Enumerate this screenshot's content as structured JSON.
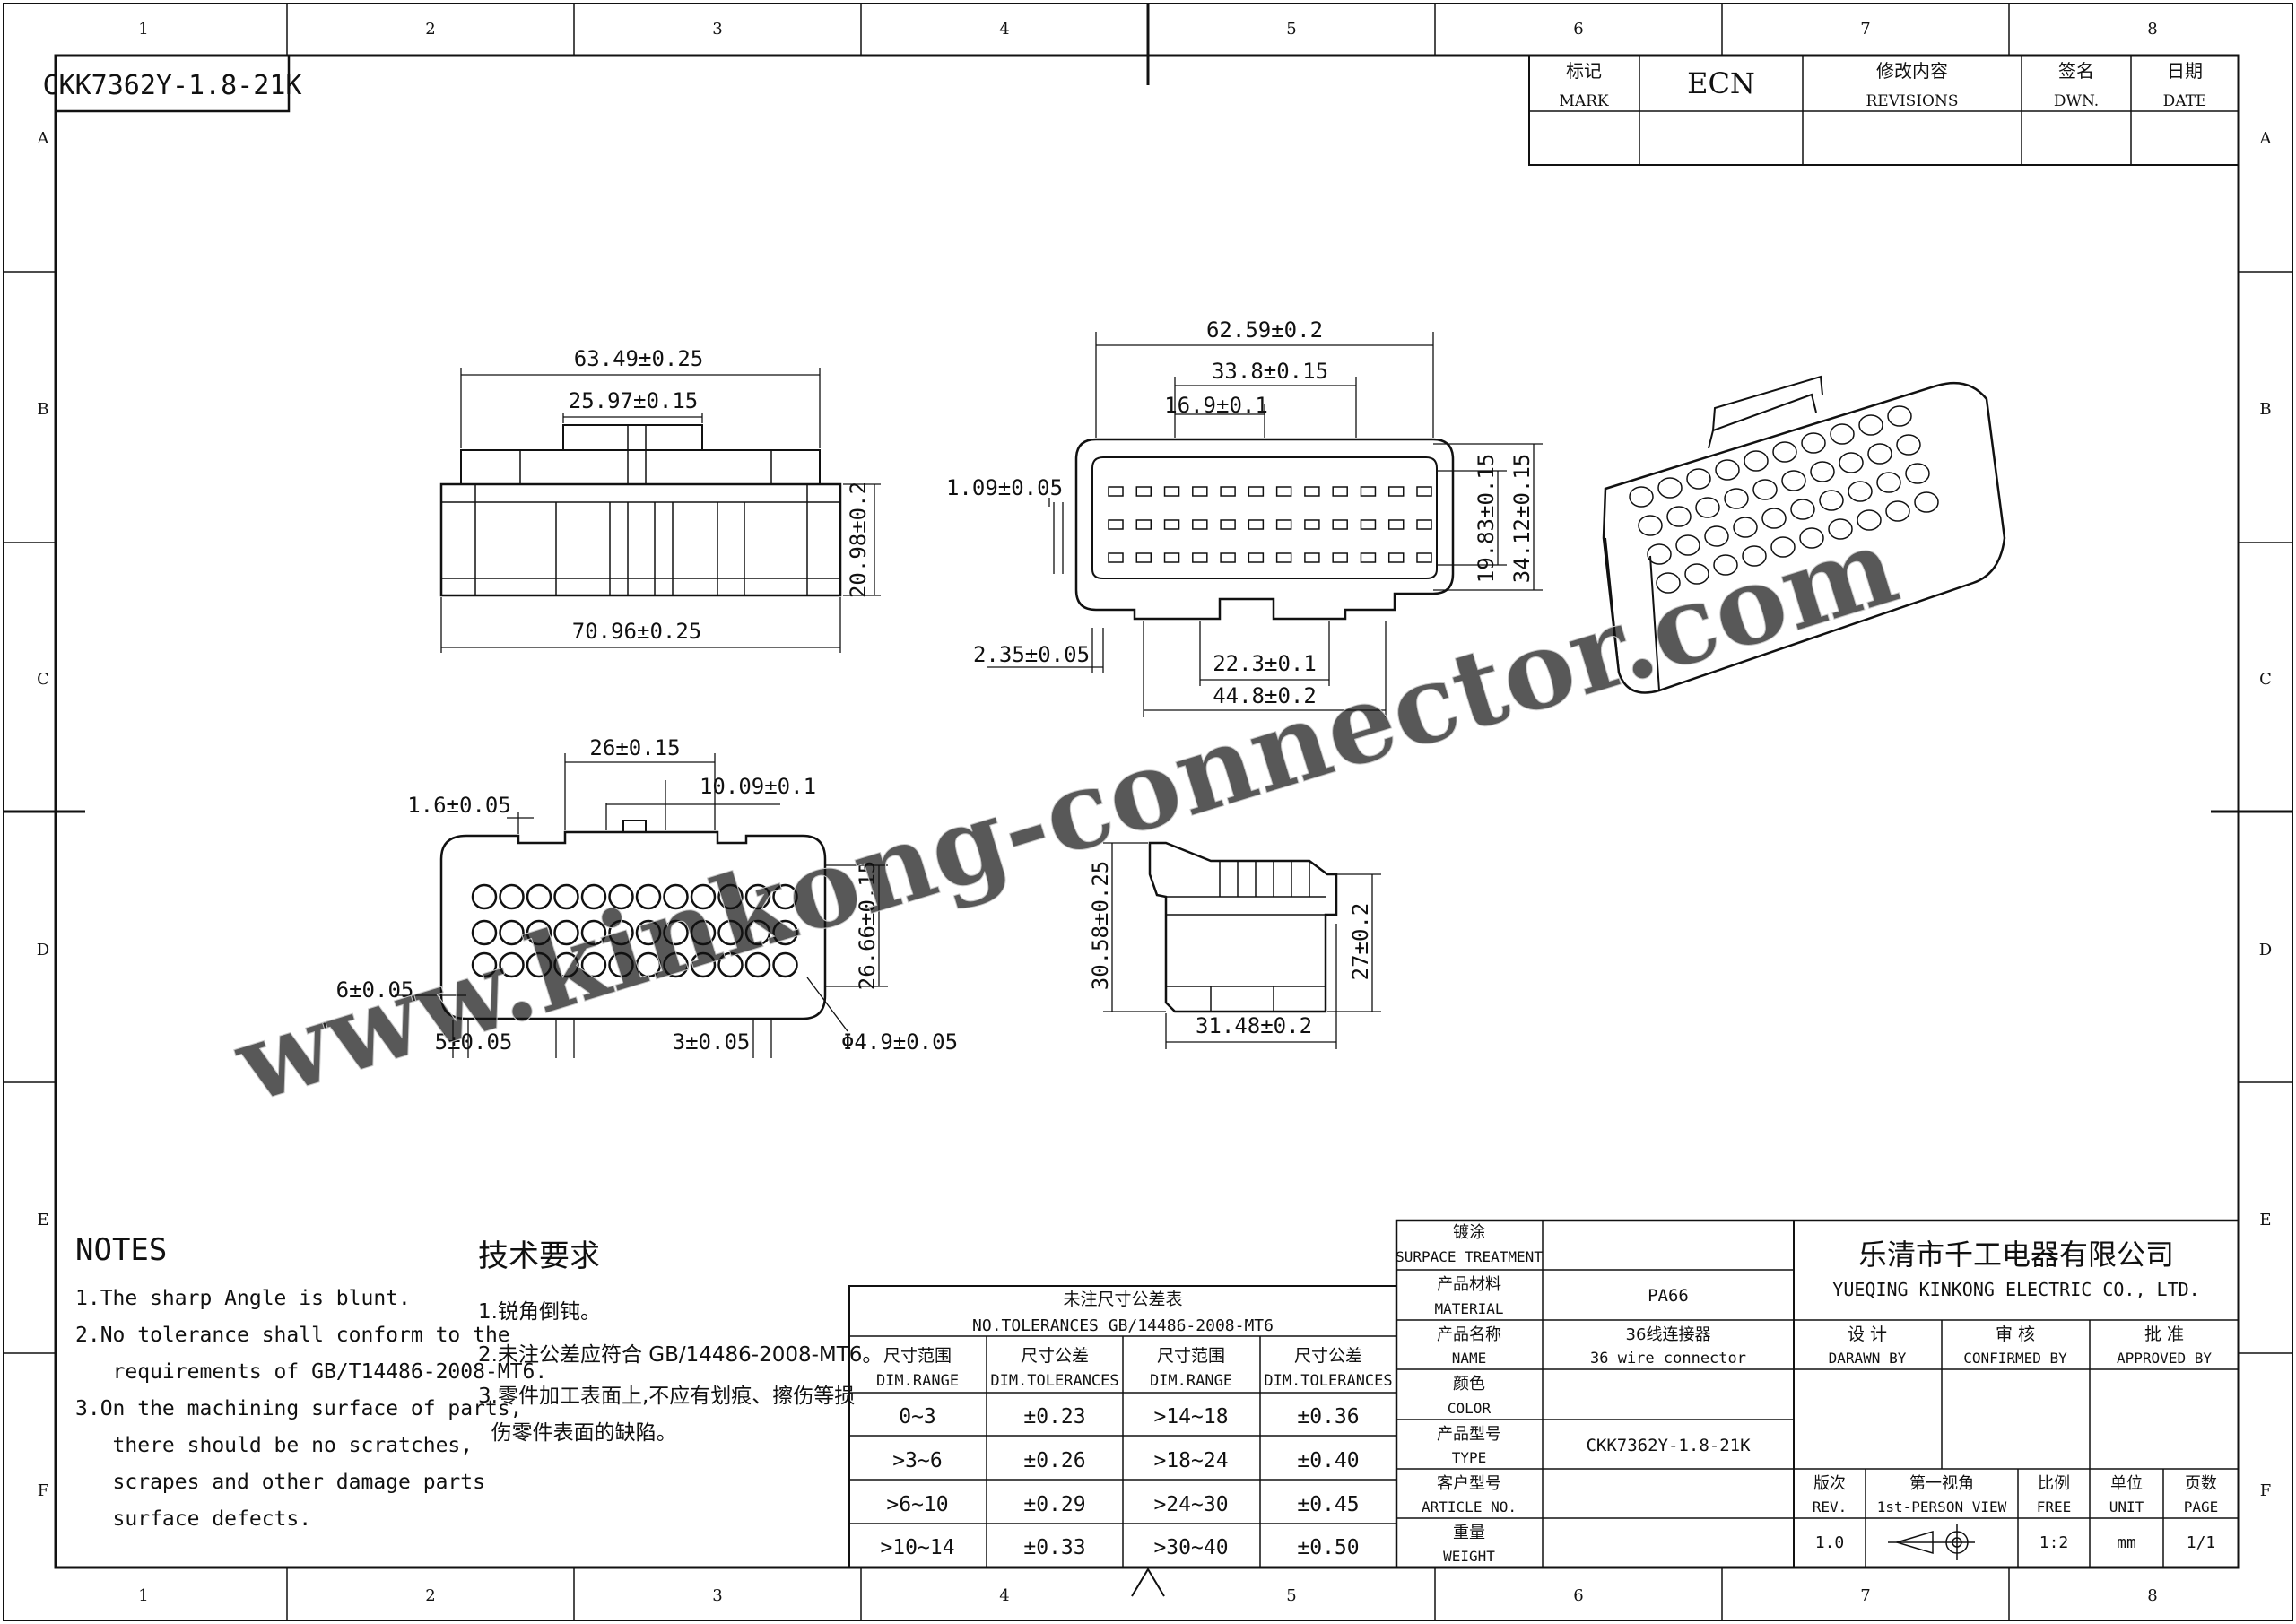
{
  "drawing_number": "CKK7362Y-1.8-21K",
  "frame": {
    "columns": [
      "1",
      "2",
      "3",
      "4",
      "5",
      "6",
      "7",
      "8"
    ],
    "rows": [
      "A",
      "B",
      "C",
      "D",
      "E",
      "F"
    ]
  },
  "revision_block": {
    "mark_cn": "标记",
    "mark_en": "MARK",
    "ecn": "ECN",
    "revisions_cn": "修改内容",
    "revisions_en": "REVISIONS",
    "dwn_cn": "签名",
    "dwn_en": "DWN.",
    "date_cn": "日期",
    "date_en": "DATE"
  },
  "dimensions": {
    "side_top_width": "63.49±0.25",
    "side_inner_width": "25.97±0.15",
    "side_height": "20.98±0.2",
    "side_bottom_width": "70.96±0.25",
    "front_width": "62.59±0.2",
    "front_mid": "33.8±0.15",
    "front_pitch": "16.9±0.1",
    "front_gap": "1.09±0.05",
    "front_h1": "19.83±0.15",
    "front_h2": "34.12±0.15",
    "front_offset": "2.35±0.05",
    "front_bottom_inner": "22.3±0.1",
    "front_bottom_outer": "44.8±0.2",
    "rear_latch": "26±0.15",
    "rear_slot": "10.09±0.1",
    "rear_edge": "1.6±0.05",
    "rear_height": "26.66±0.15",
    "rear_left": "6±0.05",
    "rear_left2": "5±0.05",
    "rear_pitch": "3±0.05",
    "rear_hole": "Φ4.9±0.05",
    "end_height": "30.58±0.25",
    "end_body": "27±0.2",
    "end_width": "31.48±0.2"
  },
  "watermark": "www.kinkong-connector.com",
  "notes_en": {
    "title": "NOTES",
    "lines": [
      "1.The sharp Angle is blunt.",
      "2.No tolerance shall conform to the",
      "   requirements of GB/T14486-2008-MT6.",
      "3.On the machining surface of parts,",
      "   there should be no scratches,",
      "   scrapes and other damage parts",
      "   surface defects."
    ]
  },
  "notes_cn": {
    "title": "技术要求",
    "lines": [
      "1.锐角倒钝。",
      "2.未注公差应符合 GB/14486-2008-MT6。",
      "3.零件加工表面上,不应有划痕、擦伤等损",
      "  伤零件表面的缺陷。"
    ]
  },
  "tolerance_table": {
    "title_cn": "未注尺寸公差表",
    "title_en": "NO.TOLERANCES GB/14486-2008-MT6",
    "headers": [
      {
        "cn": "尺寸范围",
        "en": "DIM.RANGE"
      },
      {
        "cn": "尺寸公差",
        "en": "DIM.TOLERANCES"
      },
      {
        "cn": "尺寸范围",
        "en": "DIM.RANGE"
      },
      {
        "cn": "尺寸公差",
        "en": "DIM.TOLERANCES"
      }
    ],
    "rows": [
      [
        "0~3",
        "±0.23",
        ">14~18",
        "±0.36"
      ],
      [
        ">3~6",
        "±0.26",
        ">18~24",
        "±0.40"
      ],
      [
        ">6~10",
        "±0.29",
        ">24~30",
        "±0.45"
      ],
      [
        ">10~14",
        "±0.33",
        ">30~40",
        "±0.50"
      ]
    ]
  },
  "title_block": {
    "labels": [
      {
        "cn": "镀涂",
        "en": "SURPACE TREATMENT"
      },
      {
        "cn": "产品材料",
        "en": "MATERIAL"
      },
      {
        "cn": "产品名称",
        "en": "NAME"
      },
      {
        "cn": "颜色",
        "en": "COLOR"
      },
      {
        "cn": "产品型号",
        "en": "TYPE"
      },
      {
        "cn": "客户型号",
        "en": "ARTICLE NO."
      },
      {
        "cn": "重量",
        "en": "WEIGHT"
      }
    ],
    "material": "PA66",
    "name_cn": "36线连接器",
    "name_en": "36 wire connector",
    "type": "CKK7362Y-1.8-21K",
    "company_cn": "乐清市千工电器有限公司",
    "company_en": "YUEQING KINKONG ELECTRIC CO., LTD.",
    "design_cn": "设 计",
    "design_en": "DARAWN BY",
    "check_cn": "审 核",
    "check_en": "CONFIRMED BY",
    "approve_cn": "批 准",
    "approve_en": "APPROVED BY",
    "rev_cn": "版次",
    "rev_en": "REV.",
    "rev": "1.0",
    "view_cn": "第一视角",
    "view_en": "1st-PERSON VIEW",
    "scale_cn": "比例",
    "scale_en": "FREE",
    "scale": "1:2",
    "unit_cn": "单位",
    "unit_en": "UNIT",
    "unit": "mm",
    "page_cn": "页数",
    "page_en": "PAGE",
    "page": "1/1"
  }
}
